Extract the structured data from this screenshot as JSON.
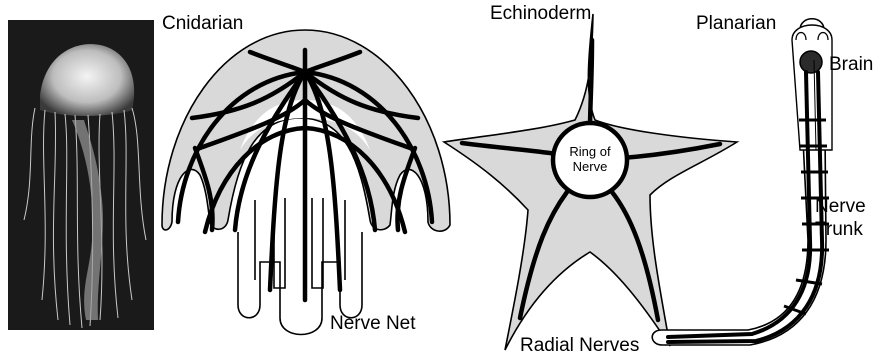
{
  "diagram": {
    "labels": {
      "cnidarian": "Cnidarian",
      "echinoderm": "Echinoderm",
      "planarian": "Planarian",
      "brain": "Brain",
      "nerve_net": "Nerve Net",
      "ring_of_nerve_line1": "Ring of",
      "ring_of_nerve_line2": "Nerve",
      "radial_nerves": "Radial Nerves",
      "nerve_trunk_line1": "Nerve",
      "nerve_trunk_line2": "Trunk"
    },
    "colors": {
      "fill": "#d9d9d9",
      "stroke": "#000000",
      "photo_bg": "#1a1a1a"
    }
  }
}
